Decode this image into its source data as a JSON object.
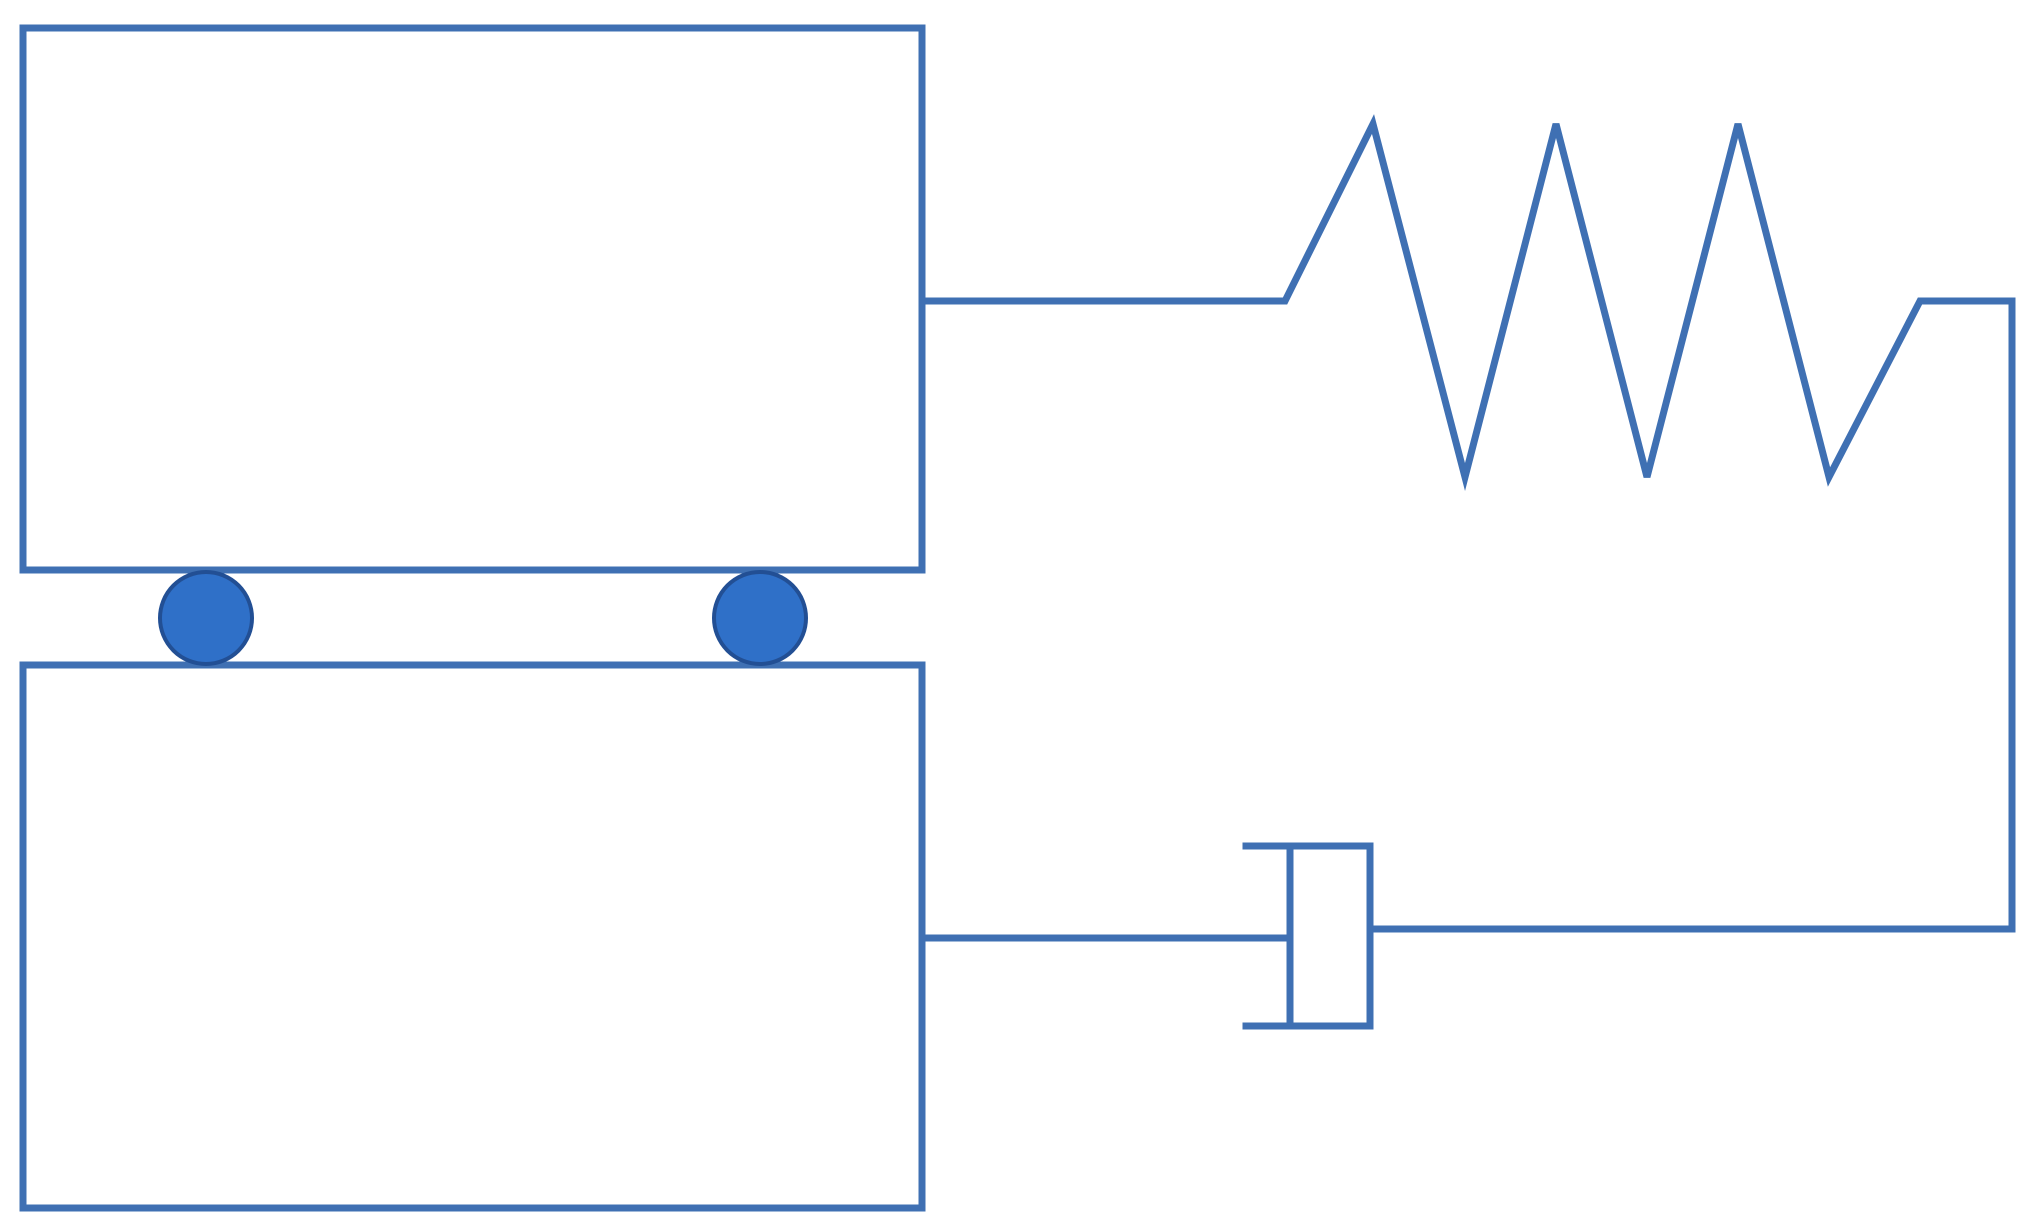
{
  "colors": {
    "stroke": "#3f70b3",
    "roller_fill": "#2f70c8",
    "roller_stroke": "#224f94",
    "background": "#ffffff"
  },
  "diagram": {
    "elements": [
      "upper-block",
      "lower-block",
      "roller-left",
      "roller-right",
      "spring",
      "dashpot",
      "connecting-wire"
    ]
  }
}
